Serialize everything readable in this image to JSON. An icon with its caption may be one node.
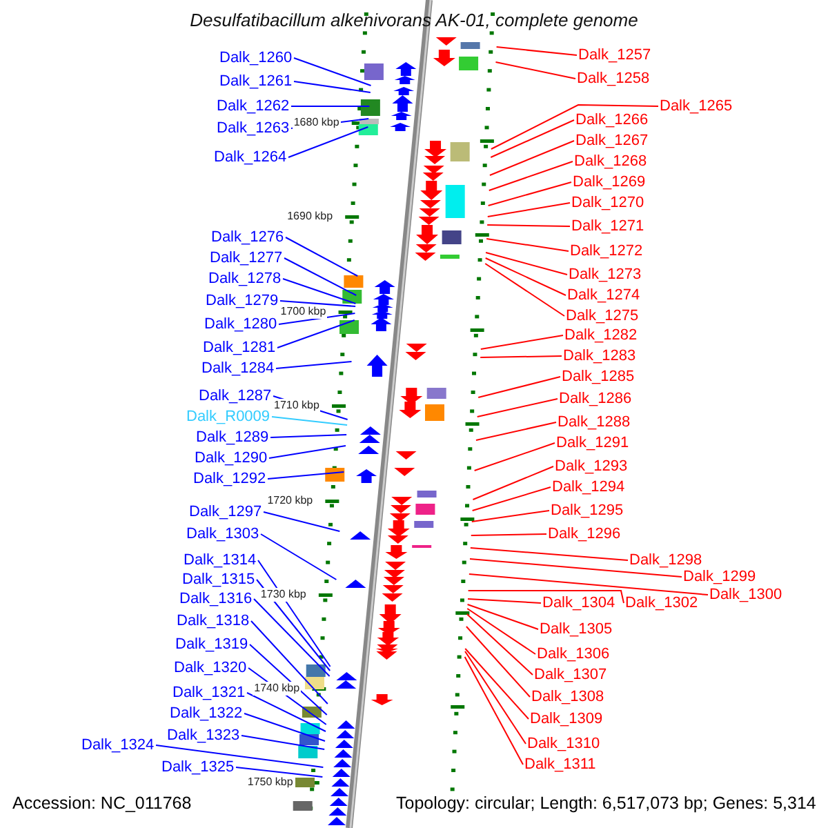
{
  "diagram": {
    "title": "Desulfatibacillum alkenivorans AK-01, complete genome",
    "nodes": [
      {
        "text": [
          "Dalk_1260"
        ]
      },
      {
        "text": [
          "Dalk_1261"
        ]
      },
      {
        "text": [
          "Dalk_1262"
        ]
      },
      {
        "text": [
          "Dalk_1263"
        ]
      },
      {
        "text": [
          "Dalk_1264"
        ]
      },
      {
        "text": [
          "Dalk_1276"
        ]
      },
      {
        "text": [
          "Dalk_1277"
        ]
      },
      {
        "text": [
          "Dalk_1278"
        ]
      },
      {
        "text": [
          "Dalk_1279"
        ]
      },
      {
        "text": [
          "Dalk_1280"
        ]
      },
      {
        "text": [
          "Dalk_1281"
        ]
      },
      {
        "text": [
          "Dalk_1284"
        ]
      },
      {
        "text": [
          "Dalk_1287"
        ]
      },
      {
        "text": [
          "Dalk_R0009"
        ]
      },
      {
        "text": [
          "Dalk_1289"
        ]
      },
      {
        "text": [
          "Dalk_1290"
        ]
      },
      {
        "text": [
          "Dalk_1292"
        ]
      },
      {
        "text": [
          "Dalk_1297"
        ]
      },
      {
        "text": [
          "Dalk_1303"
        ]
      },
      {
        "text": [
          "Dalk_1314"
        ]
      },
      {
        "text": [
          "Dalk_1315"
        ]
      },
      {
        "text": [
          "Dalk_1316"
        ]
      },
      {
        "text": [
          "Dalk_1318"
        ]
      },
      {
        "text": [
          "Dalk_1319"
        ]
      },
      {
        "text": [
          "Dalk_1320"
        ]
      },
      {
        "text": [
          "Dalk_1321"
        ]
      },
      {
        "text": [
          "Dalk_1322"
        ]
      },
      {
        "text": [
          "Dalk_1323"
        ]
      },
      {
        "text": [
          "Dalk_1324"
        ]
      },
      {
        "text": [
          "Dalk_1325"
        ]
      },
      {
        "text": [
          "Dalk_1257"
        ]
      },
      {
        "text": [
          "Dalk_1258"
        ]
      },
      {
        "text": [
          "Dalk_1265"
        ]
      },
      {
        "text": [
          "Dalk_1266"
        ]
      },
      {
        "text": [
          "Dalk_1267"
        ]
      },
      {
        "text": [
          "Dalk_1268"
        ]
      },
      {
        "text": [
          "Dalk_1269"
        ]
      },
      {
        "text": [
          "Dalk_1270"
        ]
      },
      {
        "text": [
          "Dalk_1271"
        ]
      },
      {
        "text": [
          "Dalk_1272"
        ]
      },
      {
        "text": [
          "Dalk_1273"
        ]
      },
      {
        "text": [
          "Dalk_1274"
        ]
      },
      {
        "text": [
          "Dalk_1275"
        ]
      },
      {
        "text": [
          "Dalk_1282"
        ]
      },
      {
        "text": [
          "Dalk_1283"
        ]
      },
      {
        "text": [
          "Dalk_1285"
        ]
      },
      {
        "text": [
          "Dalk_1286"
        ]
      },
      {
        "text": [
          "Dalk_1288"
        ]
      },
      {
        "text": [
          "Dalk_1291"
        ]
      },
      {
        "text": [
          "Dalk_1293"
        ]
      },
      {
        "text": [
          "Dalk_1294"
        ]
      },
      {
        "text": [
          "Dalk_1295"
        ]
      },
      {
        "text": [
          "Dalk_1296"
        ]
      },
      {
        "text": [
          "Dalk_1298"
        ]
      },
      {
        "text": [
          "Dalk_1299"
        ]
      },
      {
        "text": [
          "Dalk_1300"
        ]
      },
      {
        "text": [
          "Dalk_1304"
        ]
      },
      {
        "text": [
          "Dalk_1302"
        ]
      },
      {
        "text": [
          "Dalk_1305"
        ]
      },
      {
        "text": [
          "Dalk_1306"
        ]
      },
      {
        "text": [
          "Dalk_1307"
        ]
      },
      {
        "text": [
          "Dalk_1308"
        ]
      },
      {
        "text": [
          "Dalk_1309"
        ]
      },
      {
        "text": [
          "Dalk_1310"
        ]
      },
      {
        "text": [
          "Dalk_1311"
        ]
      }
    ],
    "edges": [
      {
        "from": 0,
        "to": null,
        "arrow": "none",
        "color": "#0000ff"
      },
      {
        "from": 1,
        "to": null,
        "arrow": "none",
        "color": "#0000ff"
      },
      {
        "from": 2,
        "to": null,
        "arrow": "none",
        "color": "#0000ff"
      },
      {
        "from": 3,
        "to": null,
        "arrow": "none",
        "color": "#0000ff"
      },
      {
        "from": 4,
        "to": null,
        "arrow": "none",
        "color": "#0000ff"
      },
      {
        "from": 5,
        "to": null,
        "arrow": "none",
        "color": "#0000ff"
      },
      {
        "from": 6,
        "to": null,
        "arrow": "none",
        "color": "#0000ff"
      },
      {
        "from": 7,
        "to": null,
        "arrow": "none",
        "color": "#0000ff"
      },
      {
        "from": 8,
        "to": null,
        "arrow": "none",
        "color": "#0000ff"
      },
      {
        "from": 9,
        "to": null,
        "arrow": "none",
        "color": "#0000ff"
      },
      {
        "from": 10,
        "to": null,
        "arrow": "none",
        "color": "#0000ff"
      },
      {
        "from": 11,
        "to": null,
        "arrow": "none",
        "color": "#0000ff"
      },
      {
        "from": 12,
        "to": null,
        "arrow": "none",
        "color": "#0000ff"
      },
      {
        "from": 13,
        "to": null,
        "arrow": "none",
        "color": "#33ccff"
      },
      {
        "from": 14,
        "to": null,
        "arrow": "none",
        "color": "#0000ff"
      },
      {
        "from": 15,
        "to": null,
        "arrow": "none",
        "color": "#0000ff"
      },
      {
        "from": 16,
        "to": null,
        "arrow": "none",
        "color": "#0000ff"
      },
      {
        "from": 17,
        "to": null,
        "arrow": "none",
        "color": "#0000ff"
      },
      {
        "from": 18,
        "to": null,
        "arrow": "none",
        "color": "#0000ff"
      },
      {
        "from": 19,
        "to": null,
        "arrow": "none",
        "color": "#0000ff"
      },
      {
        "from": 20,
        "to": null,
        "arrow": "none",
        "color": "#0000ff"
      },
      {
        "from": 21,
        "to": null,
        "arrow": "none",
        "color": "#0000ff"
      },
      {
        "from": 22,
        "to": null,
        "arrow": "none",
        "color": "#0000ff"
      },
      {
        "from": 23,
        "to": null,
        "arrow": "none",
        "color": "#0000ff"
      },
      {
        "from": 24,
        "to": null,
        "arrow": "none",
        "color": "#0000ff"
      },
      {
        "from": 25,
        "to": null,
        "arrow": "none",
        "color": "#0000ff"
      },
      {
        "from": 26,
        "to": null,
        "arrow": "none",
        "color": "#0000ff"
      },
      {
        "from": 27,
        "to": null,
        "arrow": "none",
        "color": "#0000ff"
      },
      {
        "from": 28,
        "to": null,
        "arrow": "none",
        "color": "#0000ff"
      },
      {
        "from": 29,
        "to": null,
        "arrow": "none",
        "color": "#0000ff"
      },
      {
        "from": 30,
        "to": null,
        "arrow": "none"
      },
      {
        "from": 31,
        "to": null,
        "arrow": "none"
      },
      {
        "from": 32,
        "to": null,
        "arrow": "none"
      },
      {
        "from": 33,
        "to": null,
        "arrow": "none"
      },
      {
        "from": 34,
        "to": null,
        "arrow": "none"
      },
      {
        "from": 35,
        "to": null,
        "arrow": "none"
      },
      {
        "from": 36,
        "to": null,
        "arrow": "none"
      },
      {
        "from": 37,
        "to": null,
        "arrow": "none"
      },
      {
        "from": 38,
        "to": null,
        "arrow": "none"
      },
      {
        "from": 39,
        "to": null,
        "arrow": "none"
      },
      {
        "from": 40,
        "to": null,
        "arrow": "none"
      },
      {
        "from": 41,
        "to": null,
        "arrow": "none"
      },
      {
        "from": 42,
        "to": null,
        "arrow": "none"
      },
      {
        "from": 43,
        "to": null,
        "arrow": "none"
      },
      {
        "from": 44,
        "to": null,
        "arrow": "none"
      },
      {
        "from": 45,
        "to": null,
        "arrow": "none"
      },
      {
        "from": 46,
        "to": null,
        "arrow": "none"
      },
      {
        "from": 47,
        "to": null,
        "arrow": "none"
      },
      {
        "from": 48,
        "to": null,
        "arrow": "none"
      },
      {
        "from": 49,
        "to": null,
        "arrow": "none"
      },
      {
        "from": 50,
        "to": null,
        "arrow": "none"
      },
      {
        "from": 51,
        "to": null,
        "arrow": "none"
      },
      {
        "from": 52,
        "to": null,
        "arrow": "none"
      },
      {
        "from": 53,
        "to": null,
        "arrow": "none"
      },
      {
        "from": 54,
        "to": null,
        "arrow": "none"
      },
      {
        "from": 55,
        "to": null,
        "arrow": "none"
      },
      {
        "from": 56,
        "to": null,
        "arrow": "none"
      },
      {
        "from": 57,
        "to": null,
        "arrow": "none"
      },
      {
        "from": 58,
        "to": null,
        "arrow": "none"
      },
      {
        "from": 59,
        "to": null,
        "arrow": "none"
      },
      {
        "from": 60,
        "to": null,
        "arrow": "none"
      },
      {
        "from": 61,
        "to": null,
        "arrow": "none"
      },
      {
        "from": 62,
        "to": null,
        "arrow": "none"
      },
      {
        "from": 63,
        "to": null,
        "arrow": "none"
      },
      {
        "from": 64,
        "to": null,
        "arrow": "none"
      }
    ],
    "labels": [
      "1680 kbp",
      "1690 kbp",
      "1700 kbp",
      "1710 kbp",
      "1720 kbp",
      "1730 kbp",
      "1740 kbp",
      "1750 kbp",
      "Accession: NC_011768",
      "Topology: circular; Length: 6,517,073 bp; Genes: 5,314"
    ]
  }
}
